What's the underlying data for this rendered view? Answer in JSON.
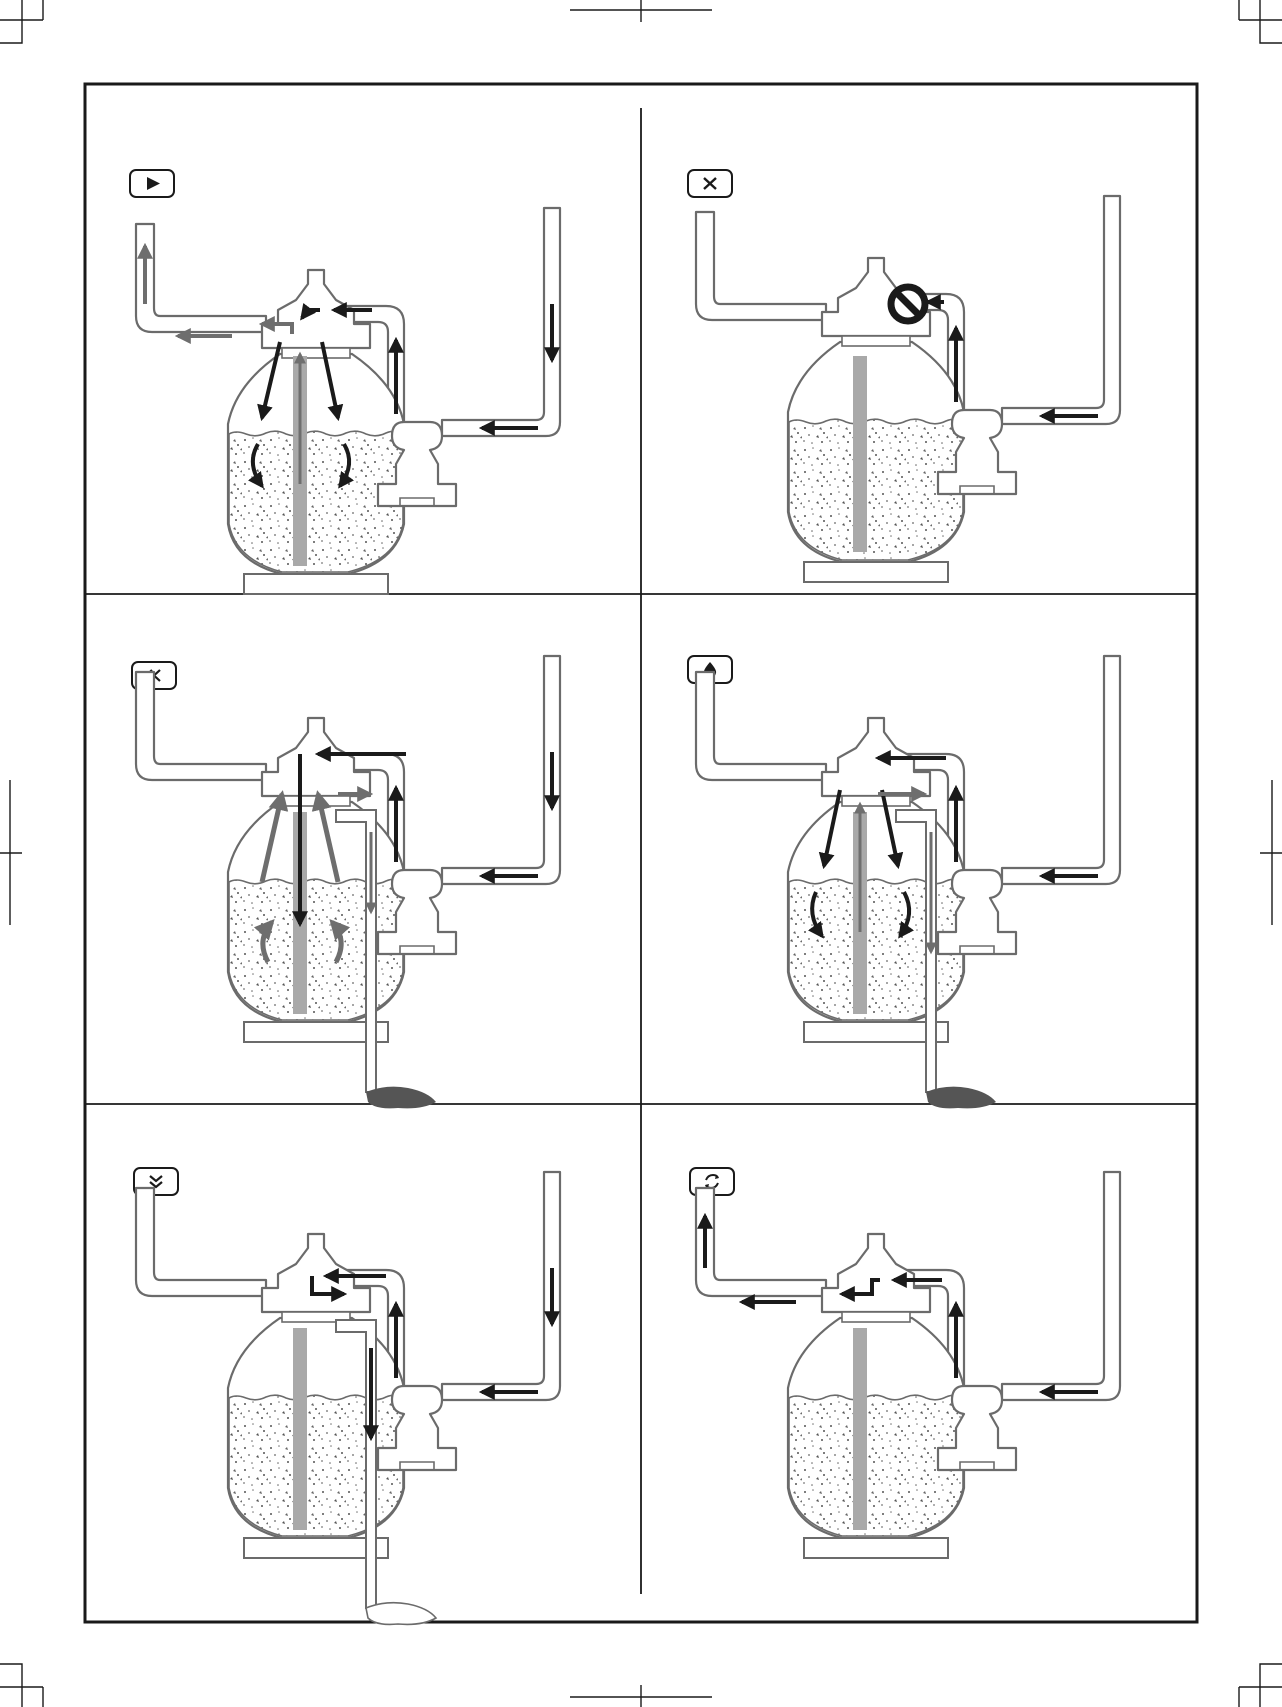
{
  "page": {
    "panels": [
      {
        "id": "filter",
        "mode_icon": "play-icon",
        "flow": "filter",
        "blocked": false,
        "drain": false
      },
      {
        "id": "closed",
        "mode_icon": "close-icon",
        "flow": "closed",
        "blocked": true,
        "drain": false
      },
      {
        "id": "backwash",
        "mode_icon": "rewind-icon",
        "flow": "backwash",
        "blocked": false,
        "drain": true
      },
      {
        "id": "rinse",
        "mode_icon": "water-drop-icon",
        "flow": "rinse",
        "blocked": false,
        "drain": true
      },
      {
        "id": "waste",
        "mode_icon": "double-chevron-down-icon",
        "flow": "waste",
        "blocked": false,
        "drain": true
      },
      {
        "id": "recirculate",
        "mode_icon": "recirculate-icon",
        "flow": "recirculate",
        "blocked": false,
        "drain": false
      }
    ]
  },
  "colors": {
    "frame": "#1a1a1a",
    "pipe_stroke": "#6b6b6b",
    "arrow_dark": "#1a1a1a",
    "arrow_grey": "#6e6e6e",
    "standpipe": "#a9a9a9",
    "drain_water": "#555555"
  }
}
